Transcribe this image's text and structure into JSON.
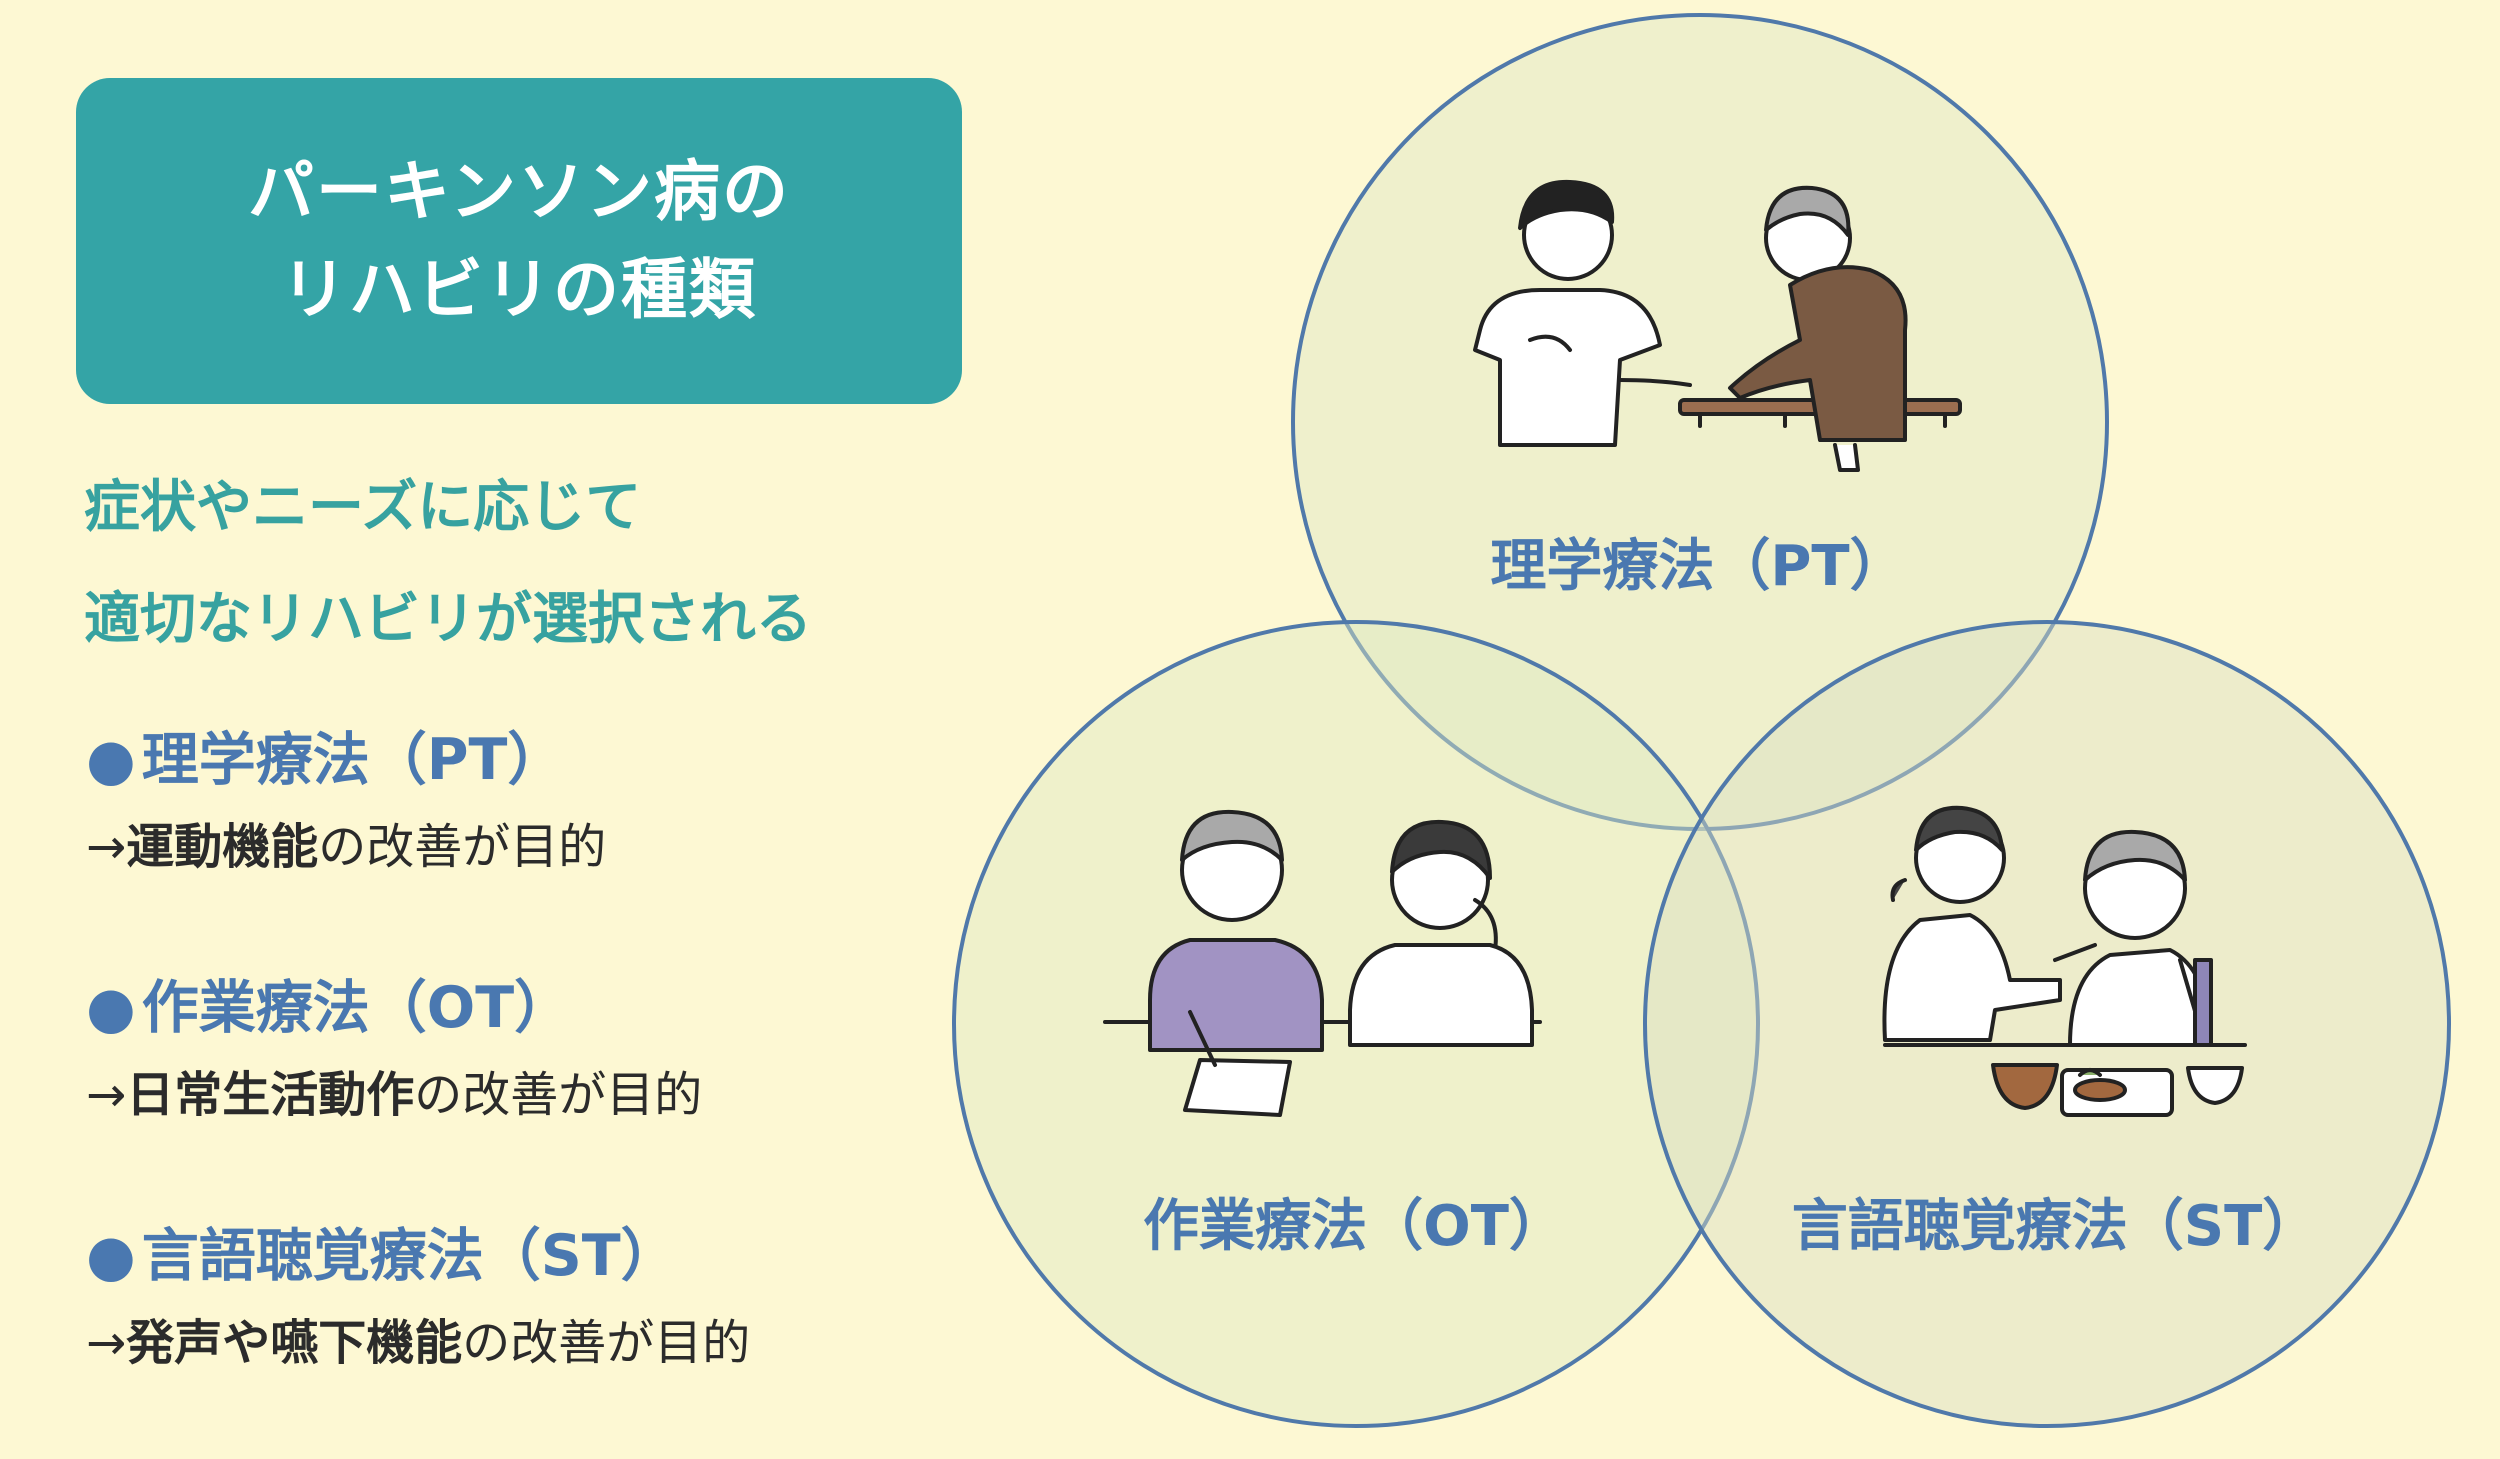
{
  "title": {
    "line1": "パーキンソン病の",
    "line2": "リハビリの種類"
  },
  "lead": {
    "line1": "症状やニーズに応じて",
    "line2": "適切なリハビリが選択される"
  },
  "items": [
    {
      "bullet": "●",
      "title": "理学療法（PT）",
      "arrow": "→",
      "focus": "運動機能",
      "suffix": "の改善が目的"
    },
    {
      "bullet": "●",
      "title": "作業療法（OT）",
      "arrow": "→",
      "focus": "日常生活動作",
      "suffix": "の改善が目的"
    },
    {
      "bullet": "●",
      "title": "言語聴覚療法（ST）",
      "arrow": "→",
      "focus": "発声や嚥下機能",
      "suffix": "の改善が目的"
    }
  ],
  "circles": [
    {
      "label": "理学療法（PT）",
      "illustration": "therapist-assisting-walking-illustration"
    },
    {
      "label": "作業療法（OT）",
      "illustration": "writing-at-table-illustration"
    },
    {
      "label": "言語聴覚療法（ST）",
      "illustration": "feeding-assistance-illustration"
    }
  ],
  "colors": {
    "background": "#fdf8d3",
    "title_box": "#34a4a6",
    "accent_blue": "#4a78b0",
    "teal_text": "#37a2a0",
    "circle_stroke": "#5079aa"
  }
}
